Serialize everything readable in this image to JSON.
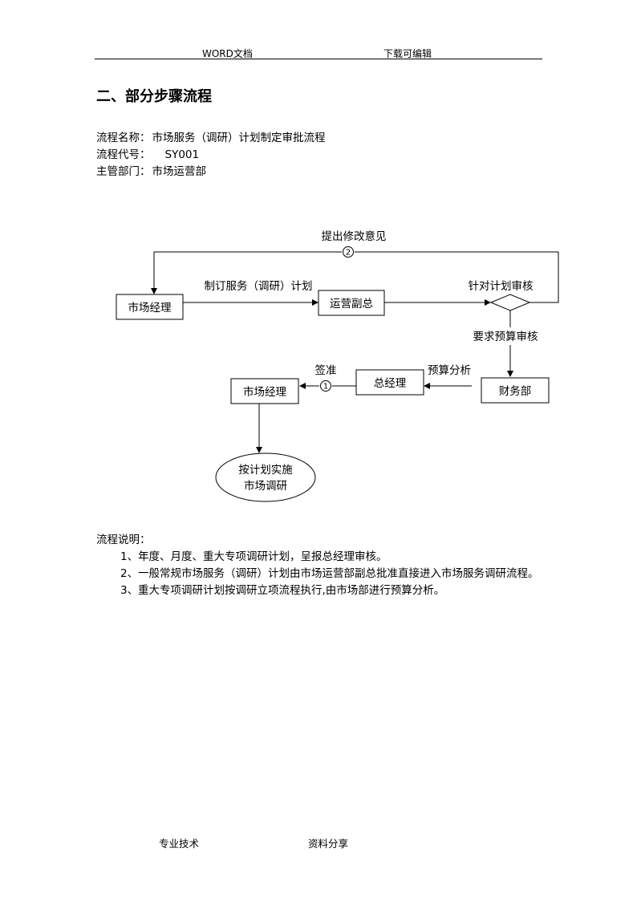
{
  "header": {
    "left": "WORD文档",
    "right": "下载可编辑"
  },
  "section_title": "二、部分步骤流程",
  "process": {
    "name_label": "流程名称：",
    "name": "市场服务（调研）计划制定审批流程",
    "code_label": "流程代号：",
    "code": "SY001",
    "dept_label": "主管部门：",
    "dept": "市场运营部"
  },
  "flowchart": {
    "nodes": {
      "market_manager_top": "市场经理",
      "ops_vp": "运营副总",
      "finance": "财务部",
      "gm": "总经理",
      "market_manager_bottom": "市场经理",
      "implement_line1": "按计划实施",
      "implement_line2": "市场调研"
    },
    "labels": {
      "revise_feedback": "提出修改意见",
      "revise_marker": "2",
      "make_plan": "制订服务（调研）计划",
      "review_plan": "针对计划审核",
      "request_budget": "要求预算审核",
      "budget_analysis": "预算分析",
      "approve": "签准",
      "approve_marker": "1"
    }
  },
  "description": {
    "title": "流程说明：",
    "items": [
      {
        "num": "1、",
        "text": "年度、月度、重大专项调研计划，呈报总经理审核。"
      },
      {
        "num": "2、",
        "text": "一般常规市场服务（调研）计划由市场运营部副总批准直接进入市场服务调研流程。"
      },
      {
        "num": "3、",
        "text": "重大专项调研计划按调研立项流程执行,由市场部进行预算分析。"
      }
    ]
  },
  "footer": {
    "left": "专业技术",
    "right": "资料分享"
  }
}
